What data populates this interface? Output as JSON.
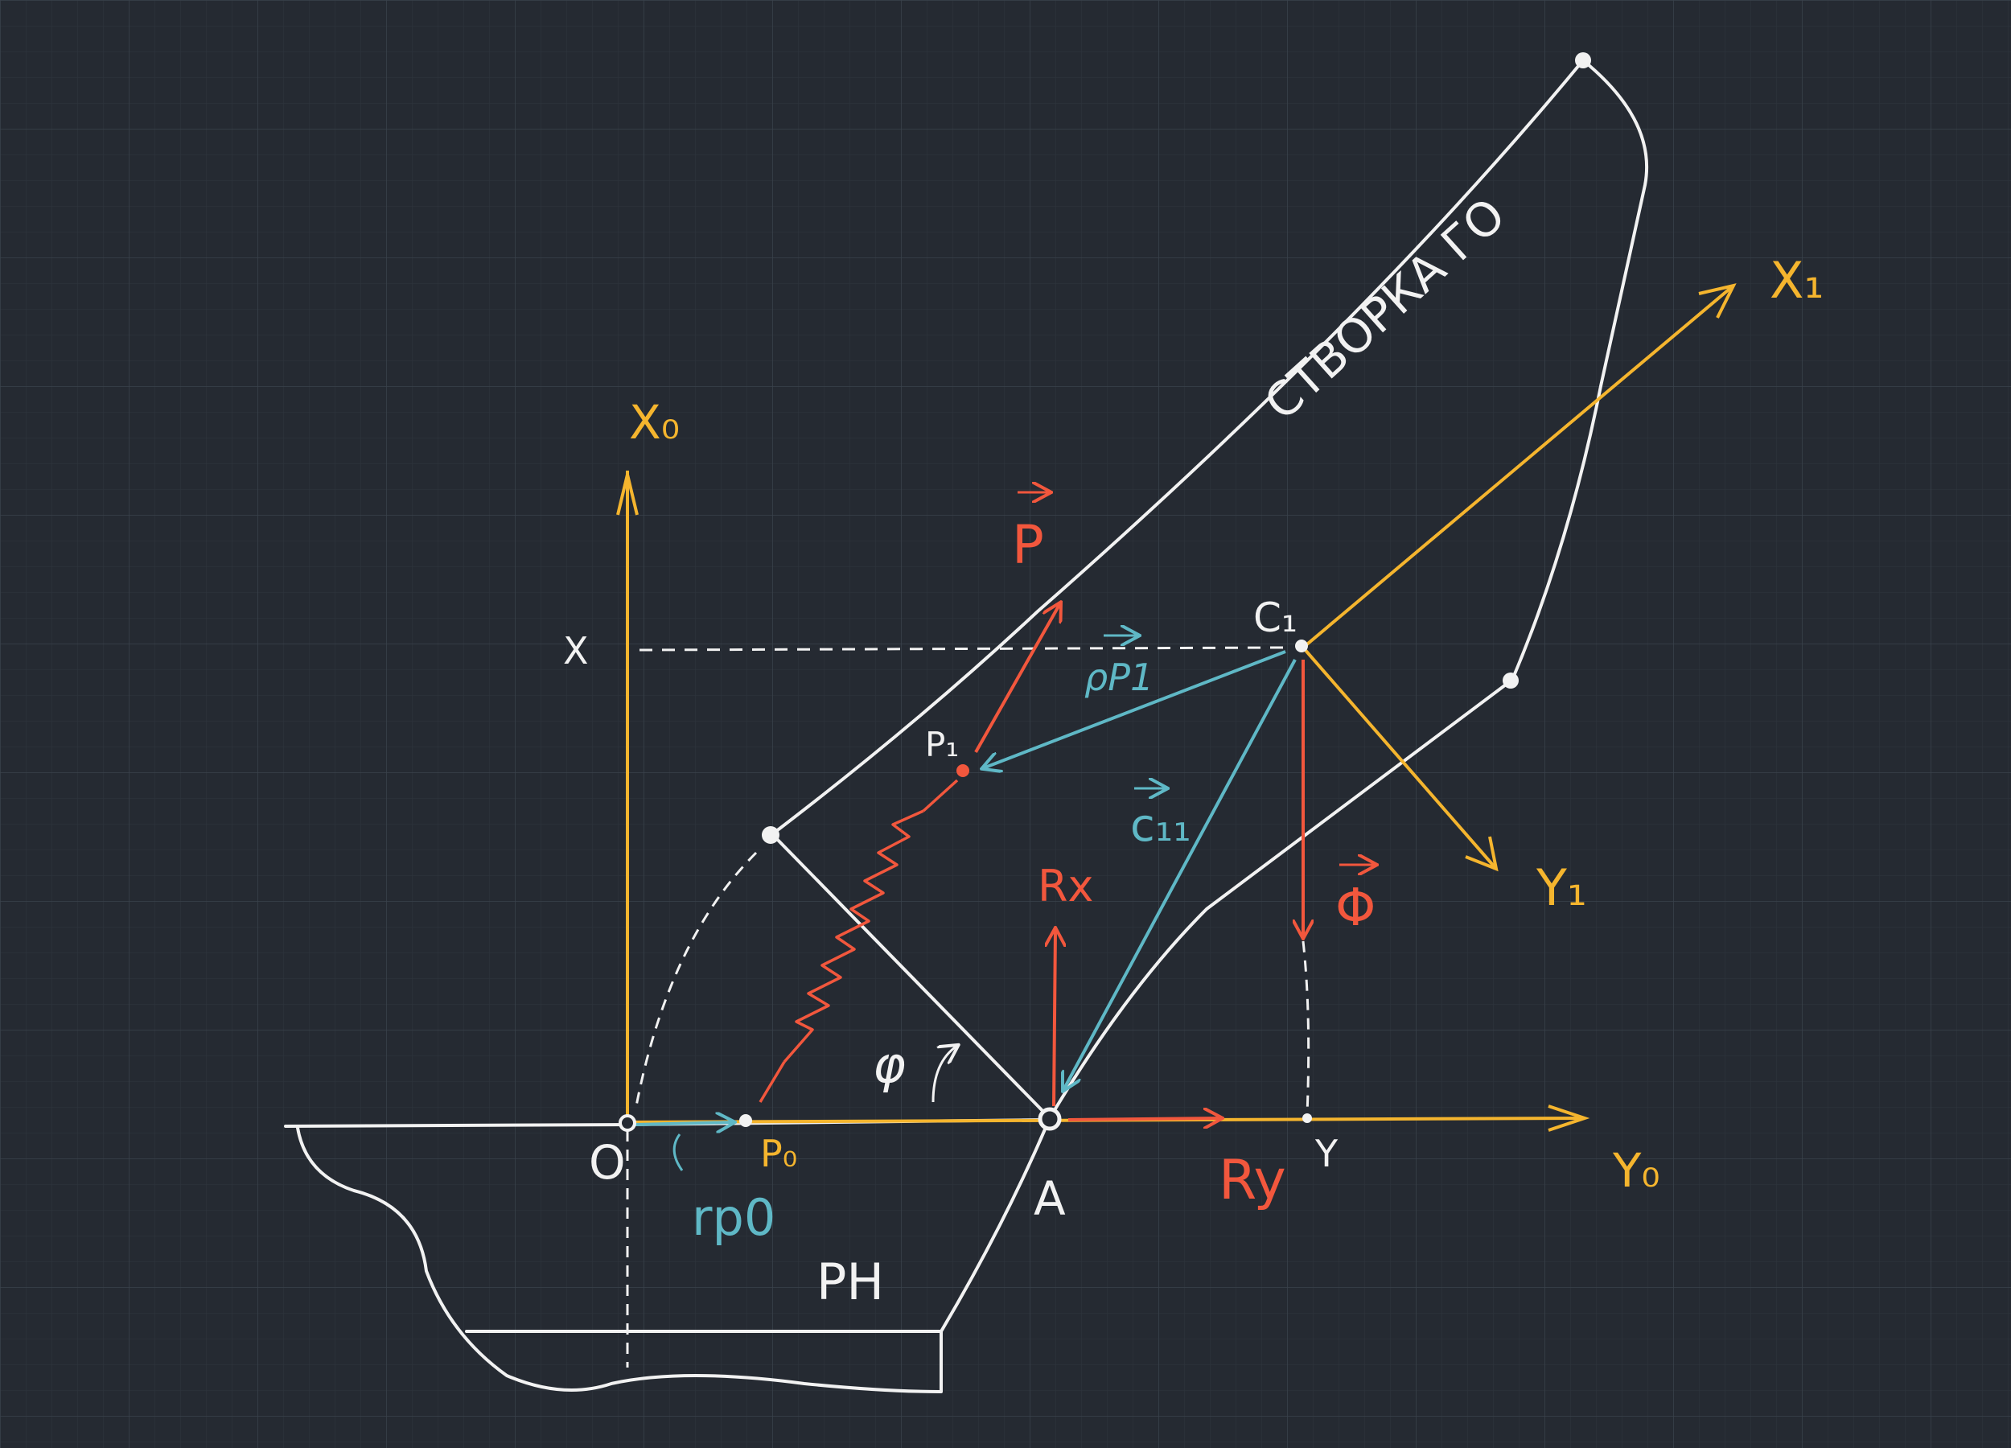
{
  "colors": {
    "background": "#252a32",
    "grid_minor": "#2e343d",
    "grid_major": "#363d47",
    "white": "#f2f2f2",
    "yellow": "#f5b52e",
    "red": "#f2573d",
    "cyan": "#5fb8c6"
  },
  "labels": {
    "axis_x0": "X₀",
    "axis_y0": "Y₀",
    "axis_x1": "X₁",
    "axis_y1": "Y₁",
    "origin": "O",
    "point_a": "A",
    "point_c1": "C₁",
    "point_p1": "P₁",
    "point_p0": "P₀",
    "coord_x": "X",
    "coord_y": "Y",
    "vec_p": "P",
    "vec_rho": "ρP1",
    "vec_c11": "c₁₁",
    "vec_phi": "Φ",
    "force_rx": "Rx",
    "force_ry": "Ry",
    "vec_rp0": "rp0",
    "angle_phi": "φ",
    "flap_name": "СТВОРКА ГО",
    "base_name": "PH"
  }
}
